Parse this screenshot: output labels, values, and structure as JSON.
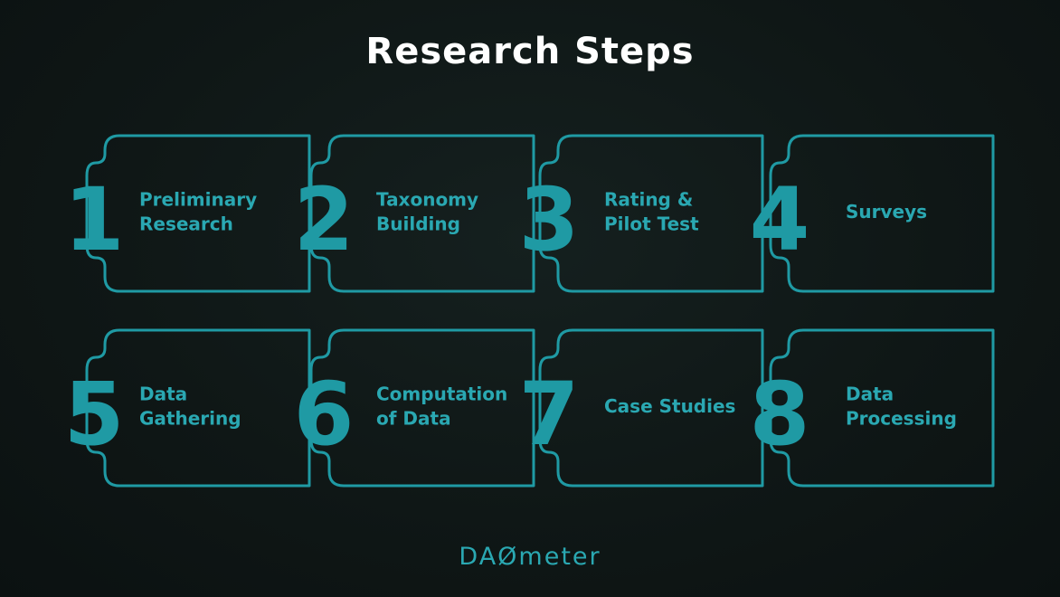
{
  "title": "Research Steps",
  "logo": "DAØmeter",
  "colors": {
    "accent": "#1f9aa4",
    "label": "#2aa8b2",
    "background": "#0f1716",
    "title": "#ffffff"
  },
  "steps": [
    {
      "number": "1",
      "lines": [
        "Preliminary",
        "Research"
      ]
    },
    {
      "number": "2",
      "lines": [
        "Taxonomy",
        "Building"
      ]
    },
    {
      "number": "3",
      "lines": [
        "Rating &",
        "Pilot Test"
      ]
    },
    {
      "number": "4",
      "lines": [
        "Surveys"
      ]
    },
    {
      "number": "5",
      "lines": [
        "Data",
        "Gathering"
      ]
    },
    {
      "number": "6",
      "lines": [
        "Computation",
        "of Data"
      ]
    },
    {
      "number": "7",
      "lines": [
        "Case Studies"
      ]
    },
    {
      "number": "8",
      "lines": [
        "Data",
        "Processing"
      ]
    }
  ]
}
